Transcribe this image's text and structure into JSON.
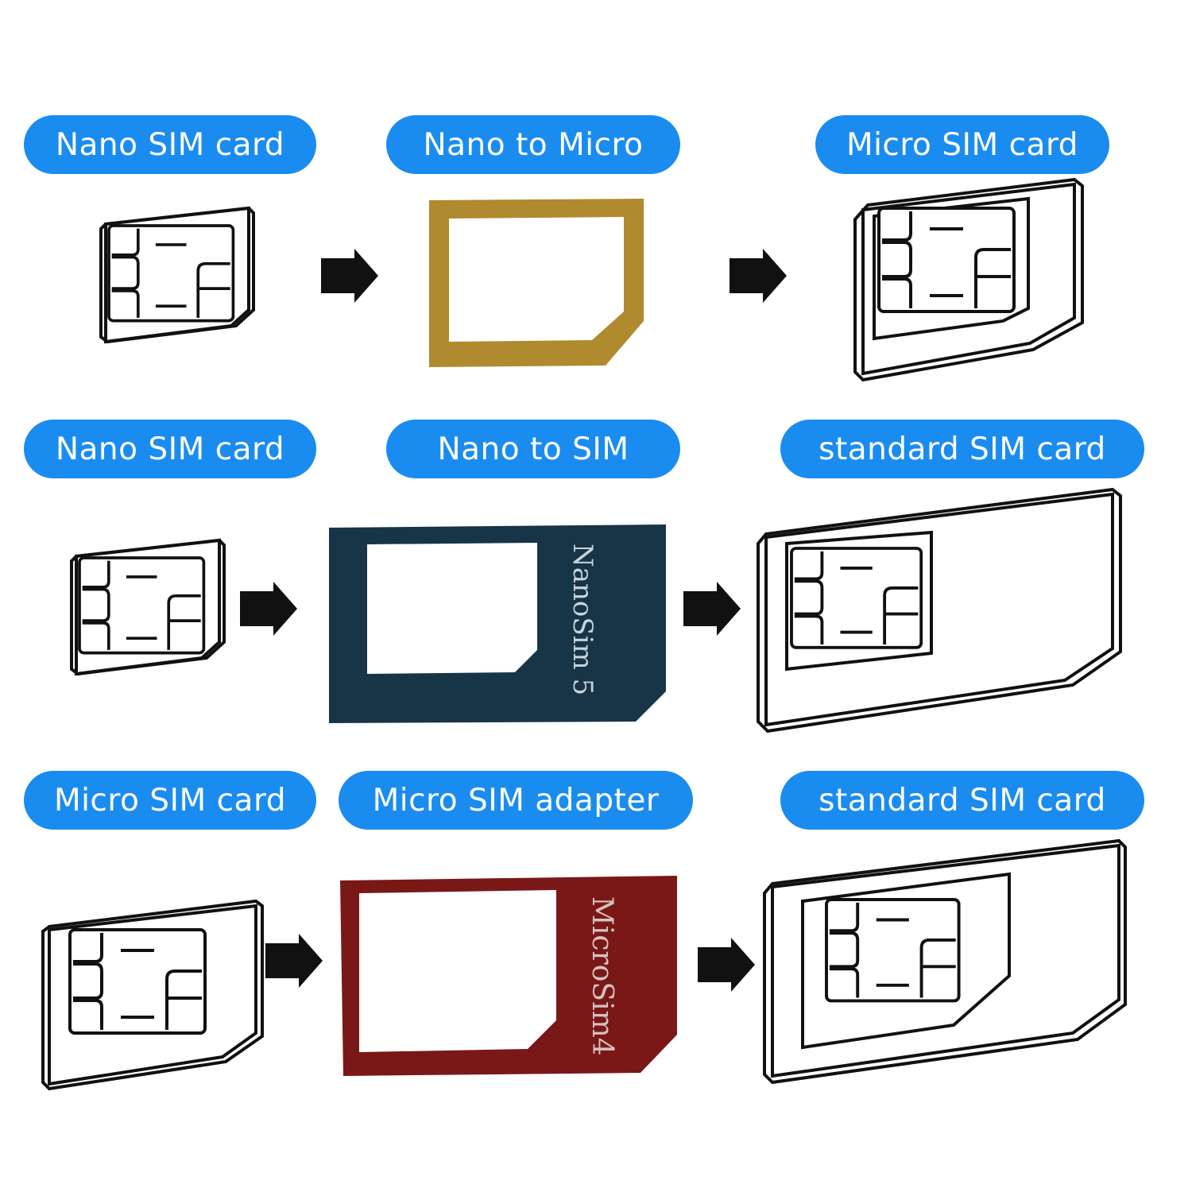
{
  "colors": {
    "label_pill": "#1a8cf0",
    "gold_adapter": "#b08a2e",
    "blue_adapter": "#173547",
    "red_adapter": "#7a1818",
    "ink": "#111111",
    "adapter_text": "#c9d2d8"
  },
  "rows": [
    {
      "labels": [
        "Nano SIM card",
        "Nano to Micro",
        "Micro SIM card"
      ],
      "adapter_text": ""
    },
    {
      "labels": [
        "Nano SIM card",
        "Nano to SIM",
        "standard SIM card"
      ],
      "adapter_text": "NanoSim 5"
    },
    {
      "labels": [
        "Micro SIM card",
        "Micro SIM adapter",
        "standard SIM card"
      ],
      "adapter_text": "MicroSim4"
    }
  ],
  "icons": [
    "nano-sim-icon",
    "adapter-icon",
    "micro-sim-icon",
    "standard-sim-icon",
    "arrow-right-icon"
  ]
}
